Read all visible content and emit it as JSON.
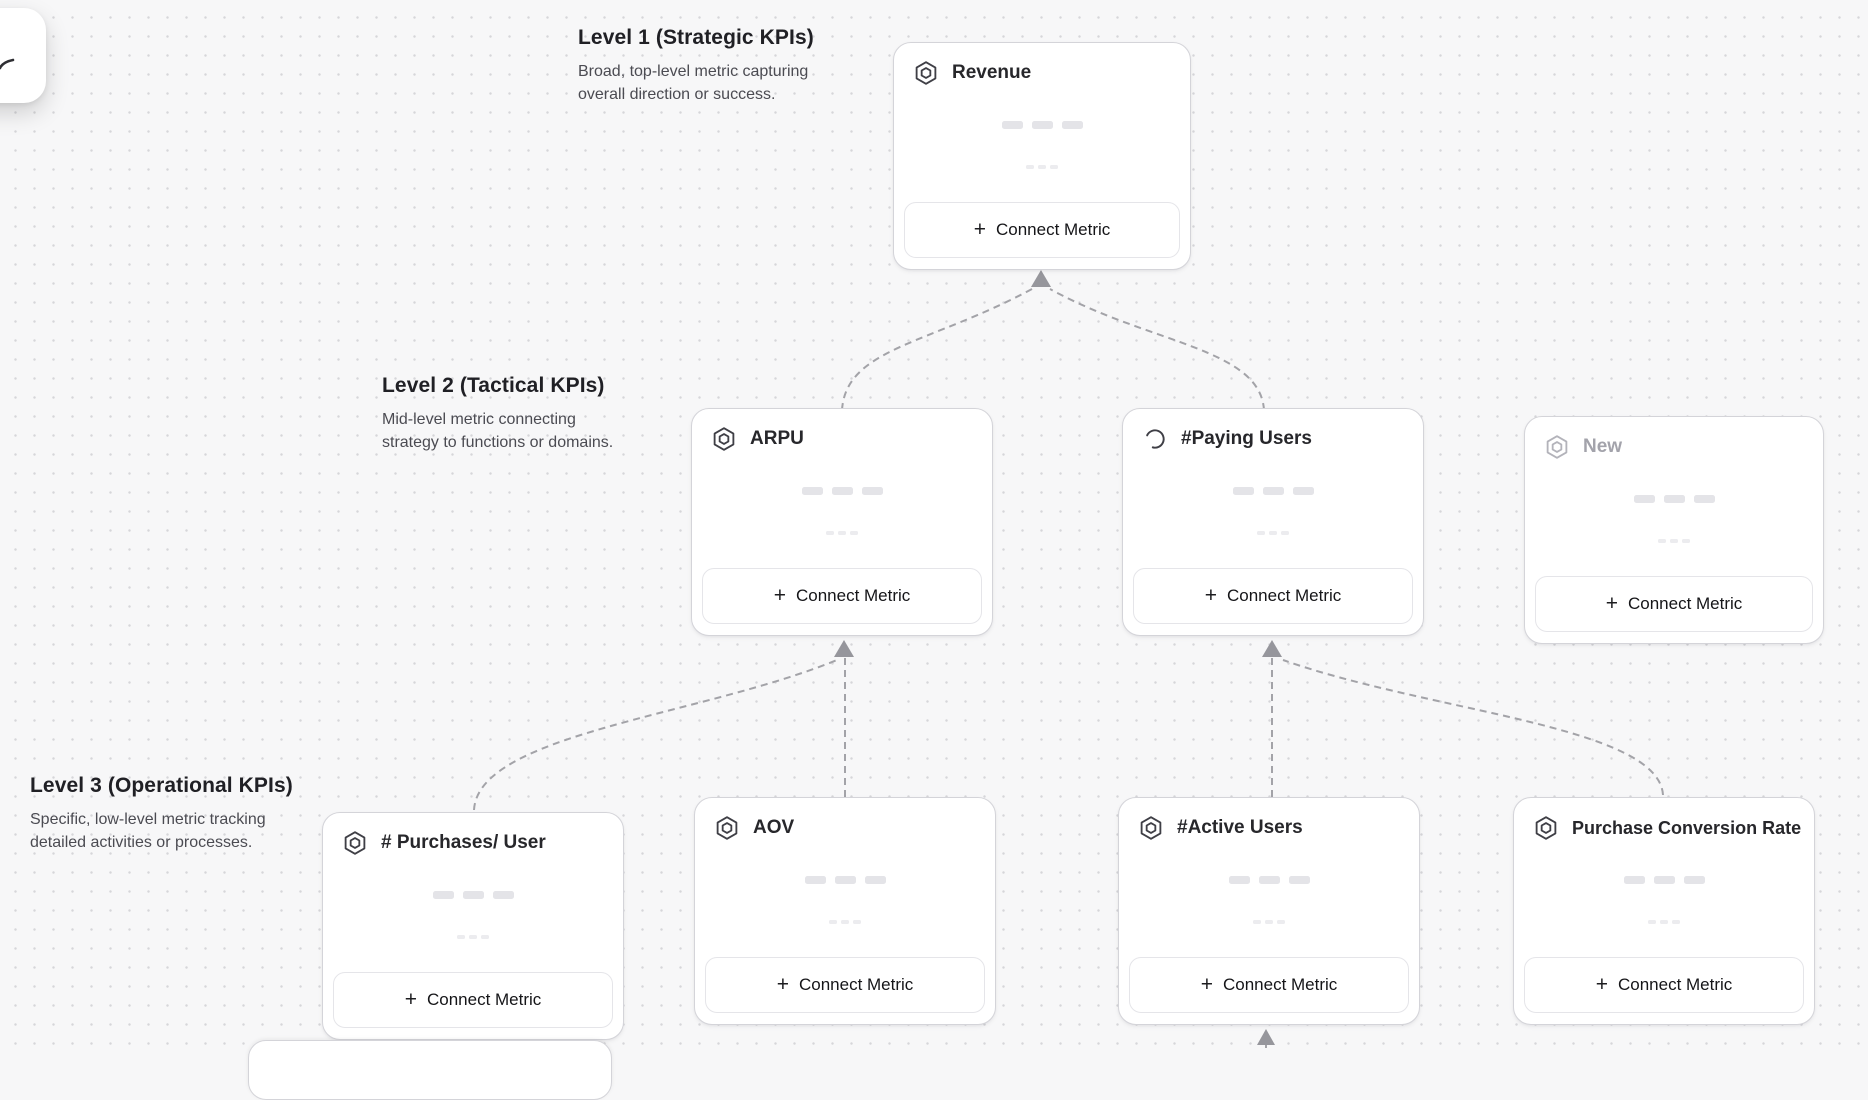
{
  "sections": {
    "level1": {
      "title": "Level 1 (Strategic KPIs)",
      "description_lines": [
        "Broad, top-level metric capturing",
        "overall direction or success."
      ]
    },
    "level2": {
      "title": "Level 2 (Tactical KPIs)",
      "description_lines": [
        "Mid-level metric connecting",
        "strategy to functions or domains."
      ]
    },
    "level3": {
      "title": "Level 3 (Operational KPIs)",
      "description_lines": [
        "Specific, low-level metric tracking",
        "detailed activities or processes."
      ]
    }
  },
  "cards": {
    "revenue": {
      "title": "Revenue",
      "icon": "hexagon-metric-icon"
    },
    "arpu": {
      "title": "ARPU",
      "icon": "hexagon-metric-icon"
    },
    "paying_users": {
      "title": "#Paying Users",
      "icon": "loading-spinner-icon"
    },
    "new_metric": {
      "title": "New",
      "icon": "hexagon-metric-icon",
      "state": "draft"
    },
    "purchases_per_user": {
      "title": "# Purchases/ User",
      "icon": "hexagon-metric-icon"
    },
    "aov": {
      "title": "AOV",
      "icon": "hexagon-metric-icon"
    },
    "active_users": {
      "title": "#Active Users",
      "icon": "hexagon-metric-icon"
    },
    "purchase_conversion_rate": {
      "title": "Purchase Conversion Rate",
      "icon": "hexagon-metric-icon"
    }
  },
  "connect_button": {
    "plus": "+",
    "label": "Connect Metric"
  },
  "colors": {
    "canvas_bg": "#f7f7f8",
    "grid_dot": "#d6d6d9",
    "card_border": "#d4d4d9",
    "card_title": "#27272b",
    "muted_title": "#a3a3ab",
    "connector": "#a3a3a8",
    "arrowhead": "#96969c",
    "button_text": "#151518"
  }
}
